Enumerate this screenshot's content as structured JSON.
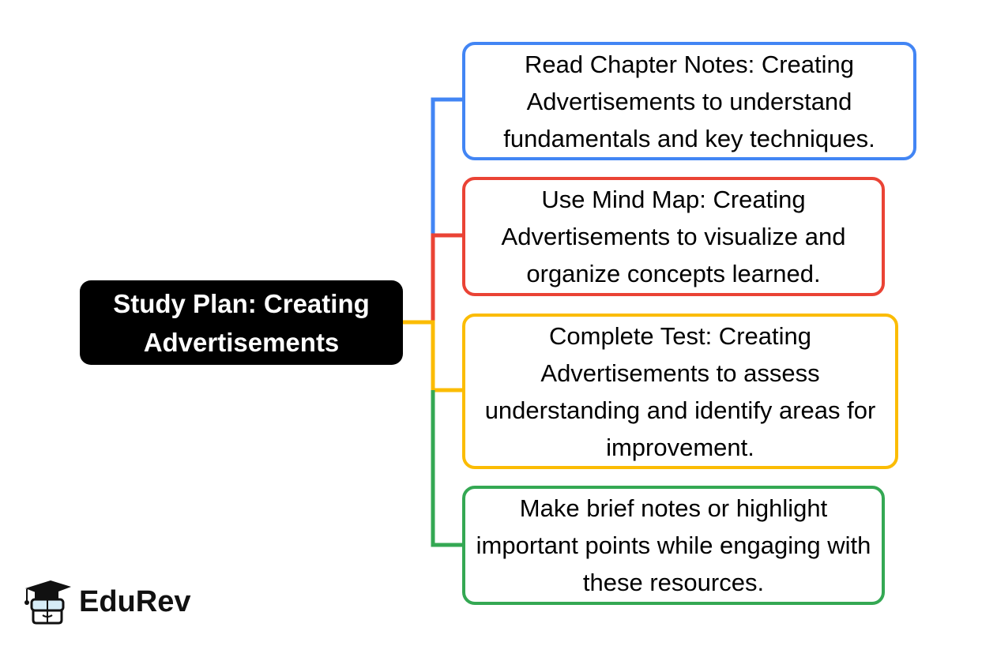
{
  "root": {
    "label": "Study Plan: Creating Advertisements"
  },
  "nodes": [
    {
      "label": "Read Chapter Notes: Creating Advertisements to understand fundamentals and key techniques.",
      "color": "#4285f4"
    },
    {
      "label": "Use Mind Map: Creating Advertisements to visualize and organize concepts learned.",
      "color": "#ea4335"
    },
    {
      "label": "Complete Test: Creating Advertisements to assess understanding and identify areas for improvement.",
      "color": "#fbbc04"
    },
    {
      "label": "Make brief notes or highlight important points while engaging with these resources.",
      "color": "#34a853"
    }
  ],
  "logo": {
    "text": "EduRev"
  }
}
